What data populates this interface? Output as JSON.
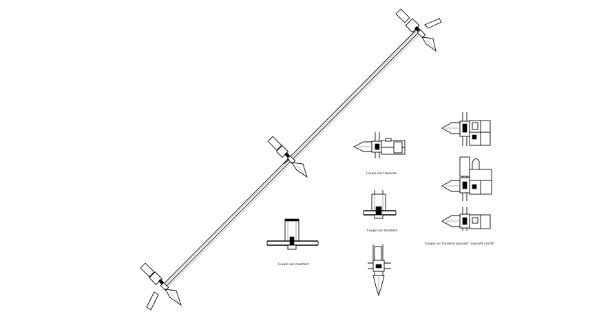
{
  "captions": {
    "transom": "Coupe sur traverse",
    "mullion": "Coupe sur montant",
    "mullion_left": "Coupe sur montant",
    "transom_operable": "Coupe sur traverse ouvrant \"ouvrant caché\""
  }
}
